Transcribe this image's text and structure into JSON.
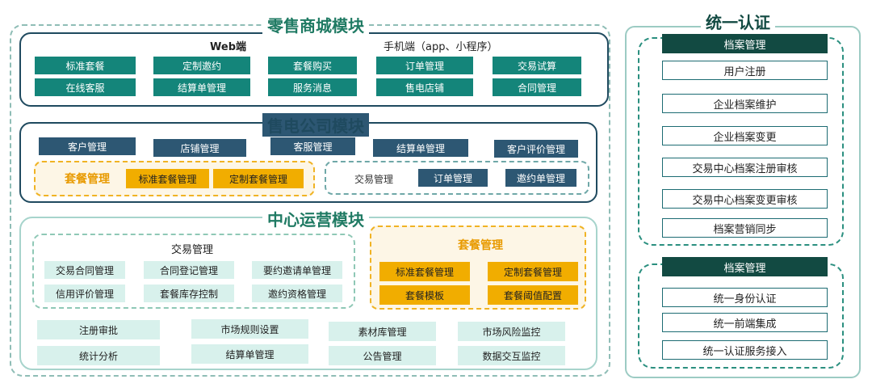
{
  "retail": {
    "title": "零售商城模块",
    "web_label": "Web端",
    "mobile_label": "手机端（app、小程序）",
    "items": [
      "标准套餐",
      "定制邀约",
      "套餐购买",
      "订单管理",
      "交易试算",
      "在线客服",
      "结算单管理",
      "服务消息",
      "售电店铺",
      "合同管理"
    ]
  },
  "company": {
    "title": "售电公司模块",
    "top_items": [
      "客户管理",
      "店铺管理",
      "客服管理",
      "结算单管理",
      "客户评价管理"
    ],
    "package_label": "套餐管理",
    "package_items": [
      "标准套餐管理",
      "定制套餐管理"
    ],
    "trade_label": "交易管理",
    "trade_items": [
      "订单管理",
      "邀约单管理"
    ]
  },
  "center": {
    "title": "中心运营模块",
    "trade_label": "交易管理",
    "trade_items": [
      "交易合同管理",
      "合同登记管理",
      "要约邀请单管理",
      "信用评价管理",
      "套餐库存控制",
      "邀约资格管理"
    ],
    "package_label": "套餐管理",
    "package_items": [
      "标准套餐管理",
      "定制套餐管理",
      "套餐模板",
      "套餐阈值配置"
    ],
    "bottom_items": [
      "注册审批",
      "市场规则设置",
      "素材库管理",
      "市场风险监控",
      "统计分析",
      "结算单管理",
      "公告管理",
      "数据交互监控"
    ]
  },
  "auth": {
    "title": "统一认证",
    "group1_header": "档案管理",
    "group1_items": [
      "用户注册",
      "企业档案维护",
      "企业档案变更",
      "交易中心档案注册审核",
      "交易中心档案变更审核",
      "档案营销同步"
    ],
    "group2_header": "档案管理",
    "group2_items": [
      "统一身份认证",
      "统一前端集成",
      "统一认证服务接入"
    ]
  },
  "colors": {
    "teal": "#14857a",
    "navy": "#2d5773",
    "gold": "#f1ad00",
    "mint": "#d8f1ec",
    "dark_green": "#124a42",
    "title_green": "#1f7a63"
  }
}
